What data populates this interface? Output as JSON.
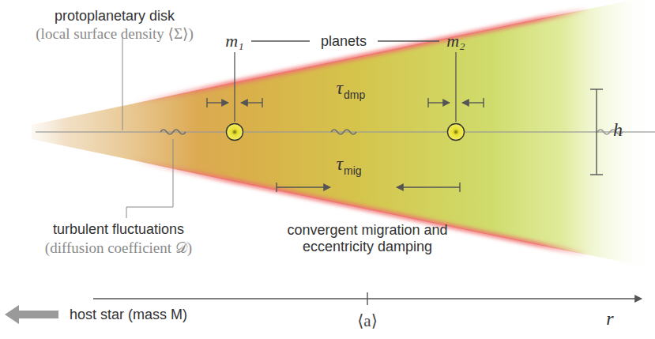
{
  "diagram": {
    "nodes": [
      {
        "text": [
          "m₁"
        ]
      },
      {
        "text": [
          "m₂"
        ]
      }
    ],
    "labels": [
      "planets",
      "protoplanetary disk",
      "(local surface density ⟨Σ⟩)",
      "τ",
      "dmp",
      "τ",
      "mig",
      "h",
      "turbulent fluctuations",
      "(diffusion coefficient 𝒟)",
      "convergent migration and eccentricity damping",
      "host star (mass M)",
      "⟨a⟩",
      "r"
    ]
  }
}
